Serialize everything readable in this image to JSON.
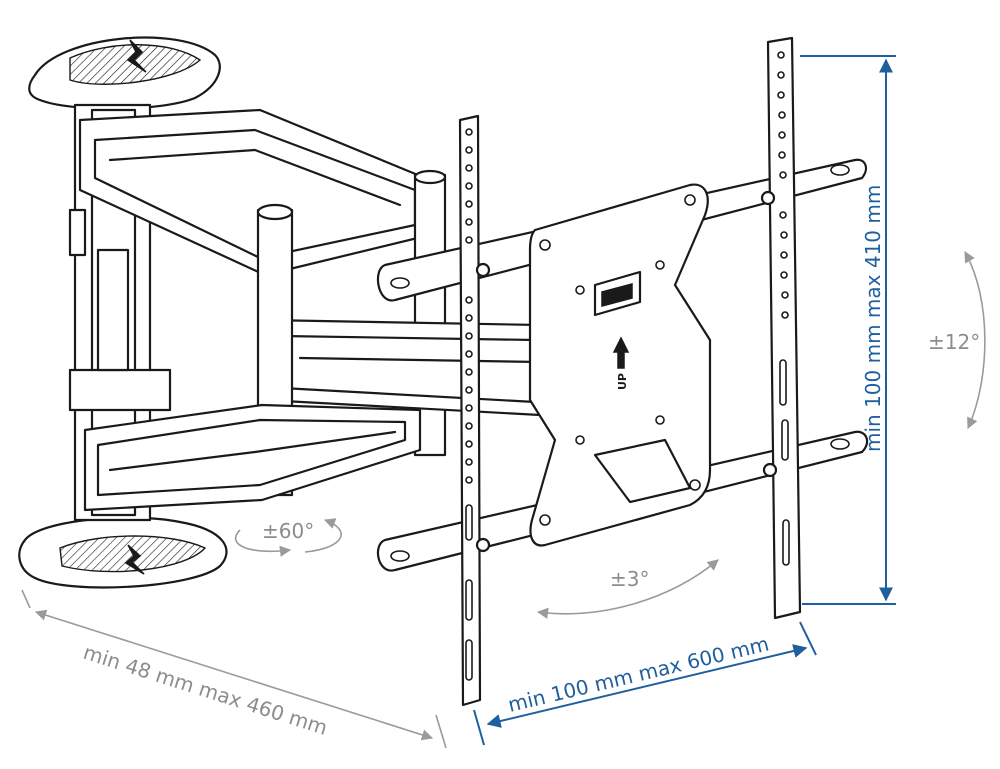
{
  "colors": {
    "line_art": "#1a1a1a",
    "annotation_gray": "#8c8c8c",
    "annotation_blue": "#1f5f9e",
    "background": "#ffffff"
  },
  "labels": {
    "swivel": "±60°",
    "rotation": "±3°",
    "tilt": "±12°",
    "wall_distance": "min 48 mm max 460 mm",
    "horizontal_spacing": "min 100 mm max 600 mm",
    "vertical_spacing": "min 100 mm max 410 mm",
    "up_marker": "UP"
  }
}
